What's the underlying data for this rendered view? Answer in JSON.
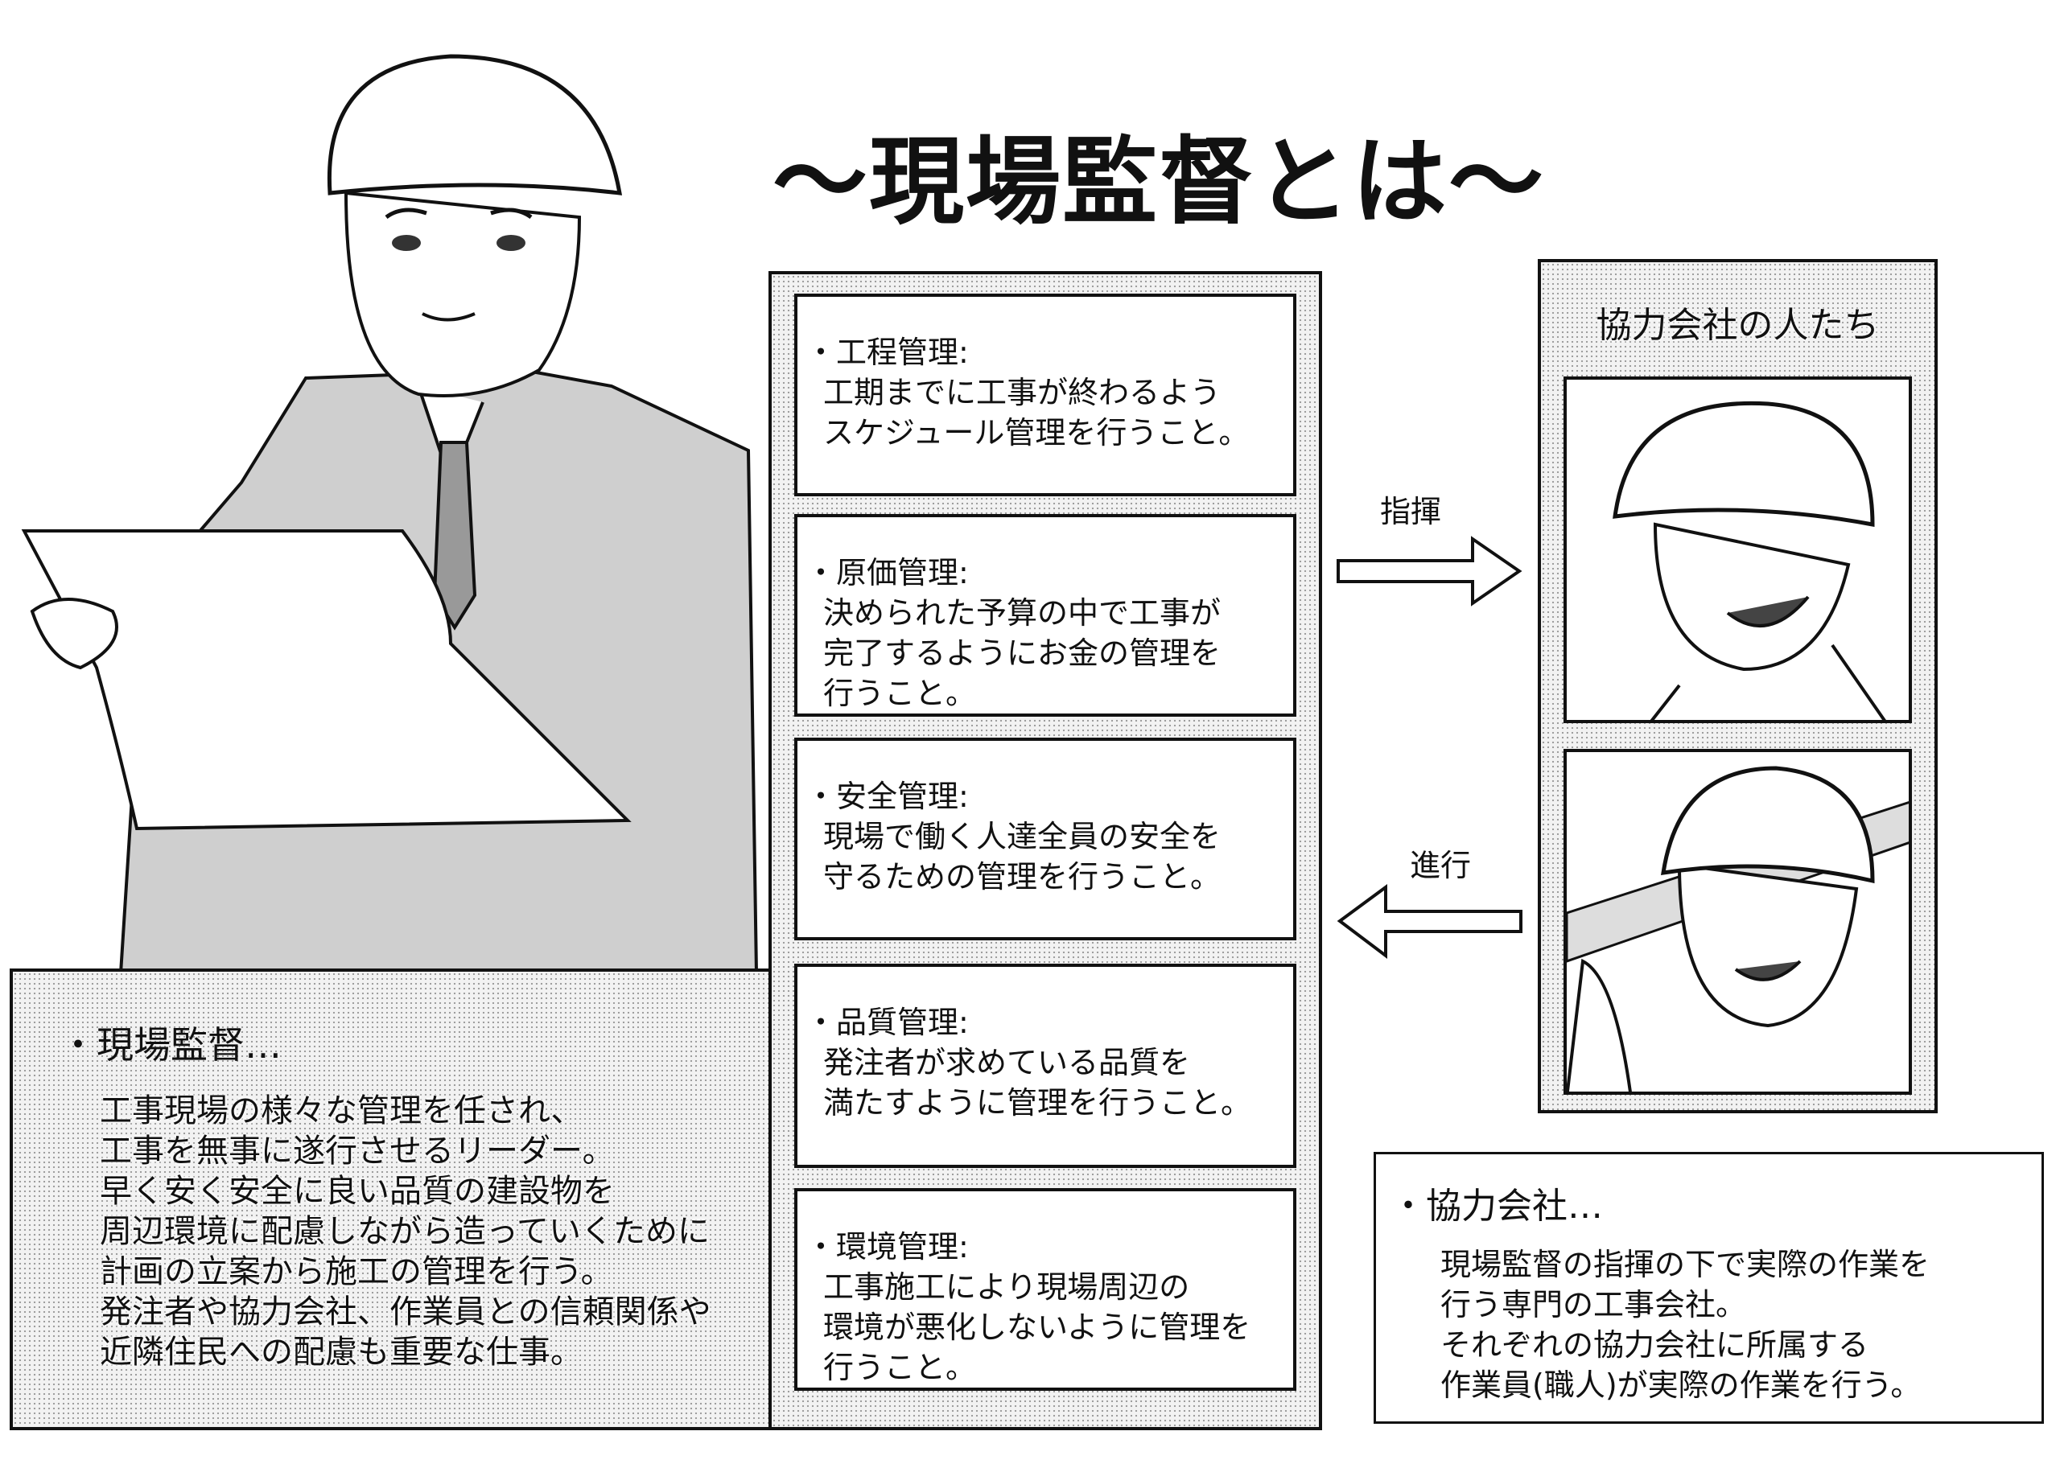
{
  "title": "〜現場監督とは〜",
  "tasks": [
    {
      "heading": "・工程管理:",
      "body": "工期までに工事が終わるよう\nスケジュール管理を行うこと。"
    },
    {
      "heading": "・原価管理:",
      "body": "決められた予算の中で工事が\n完了するようにお金の管理を\n行うこと。"
    },
    {
      "heading": "・安全管理:",
      "body": "現場で働く人達全員の安全を\n守るための管理を行うこと。"
    },
    {
      "heading": "・品質管理:",
      "body": "発注者が求めている品質を\n満たすように管理を行うこと。"
    },
    {
      "heading": "・環境管理:",
      "body": "工事施工により現場周辺の\n環境が悪化しないように管理を\n行うこと。"
    }
  ],
  "supervisor": {
    "heading": "・現場監督…",
    "body": "工事現場の様々な管理を任され、\n工事を無事に遂行させるリーダー。\n早く安く安全に良い品質の建設物を\n周辺環境に配慮しながら造っていくために\n計画の立案から施工の管理を行う。\n発注者や協力会社、作業員との信頼関係や\n近隣住民への配慮も重要な仕事。"
  },
  "arrows": {
    "command": "指揮",
    "progress": "進行"
  },
  "partners_panel": {
    "label": "協力会社の人たち"
  },
  "partners": {
    "heading": "・協力会社…",
    "body": "現場監督の指揮の下で実際の作業を\n行う専門の工事会社。\nそれぞれの協力会社に所属する\n作業員(職人)が実際の作業を行う。"
  }
}
